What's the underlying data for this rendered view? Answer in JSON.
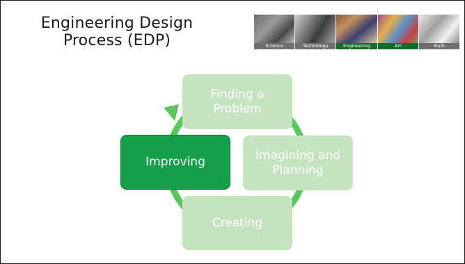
{
  "slide": {
    "title_line1": "Engineering Design",
    "title_line2": "Process (EDP)"
  },
  "banner": {
    "panels": [
      {
        "caption": "Science",
        "highlight": false
      },
      {
        "caption": "Technology",
        "highlight": false
      },
      {
        "caption": "Engineering",
        "highlight": true
      },
      {
        "caption": "Art",
        "highlight": true
      },
      {
        "caption": "Math",
        "highlight": false
      }
    ]
  },
  "cycle": {
    "arrow_color": "#56c95a",
    "steps": [
      {
        "label": "Finding a Problem",
        "state": "inactive"
      },
      {
        "label": "Imagining and Planning",
        "state": "inactive"
      },
      {
        "label": "Creating",
        "state": "inactive"
      },
      {
        "label": "Improving",
        "state": "active"
      }
    ]
  },
  "colors": {
    "active_step": "#17a04a",
    "inactive_step": "#c6e3c0",
    "banner_highlight": "#146c2b"
  }
}
